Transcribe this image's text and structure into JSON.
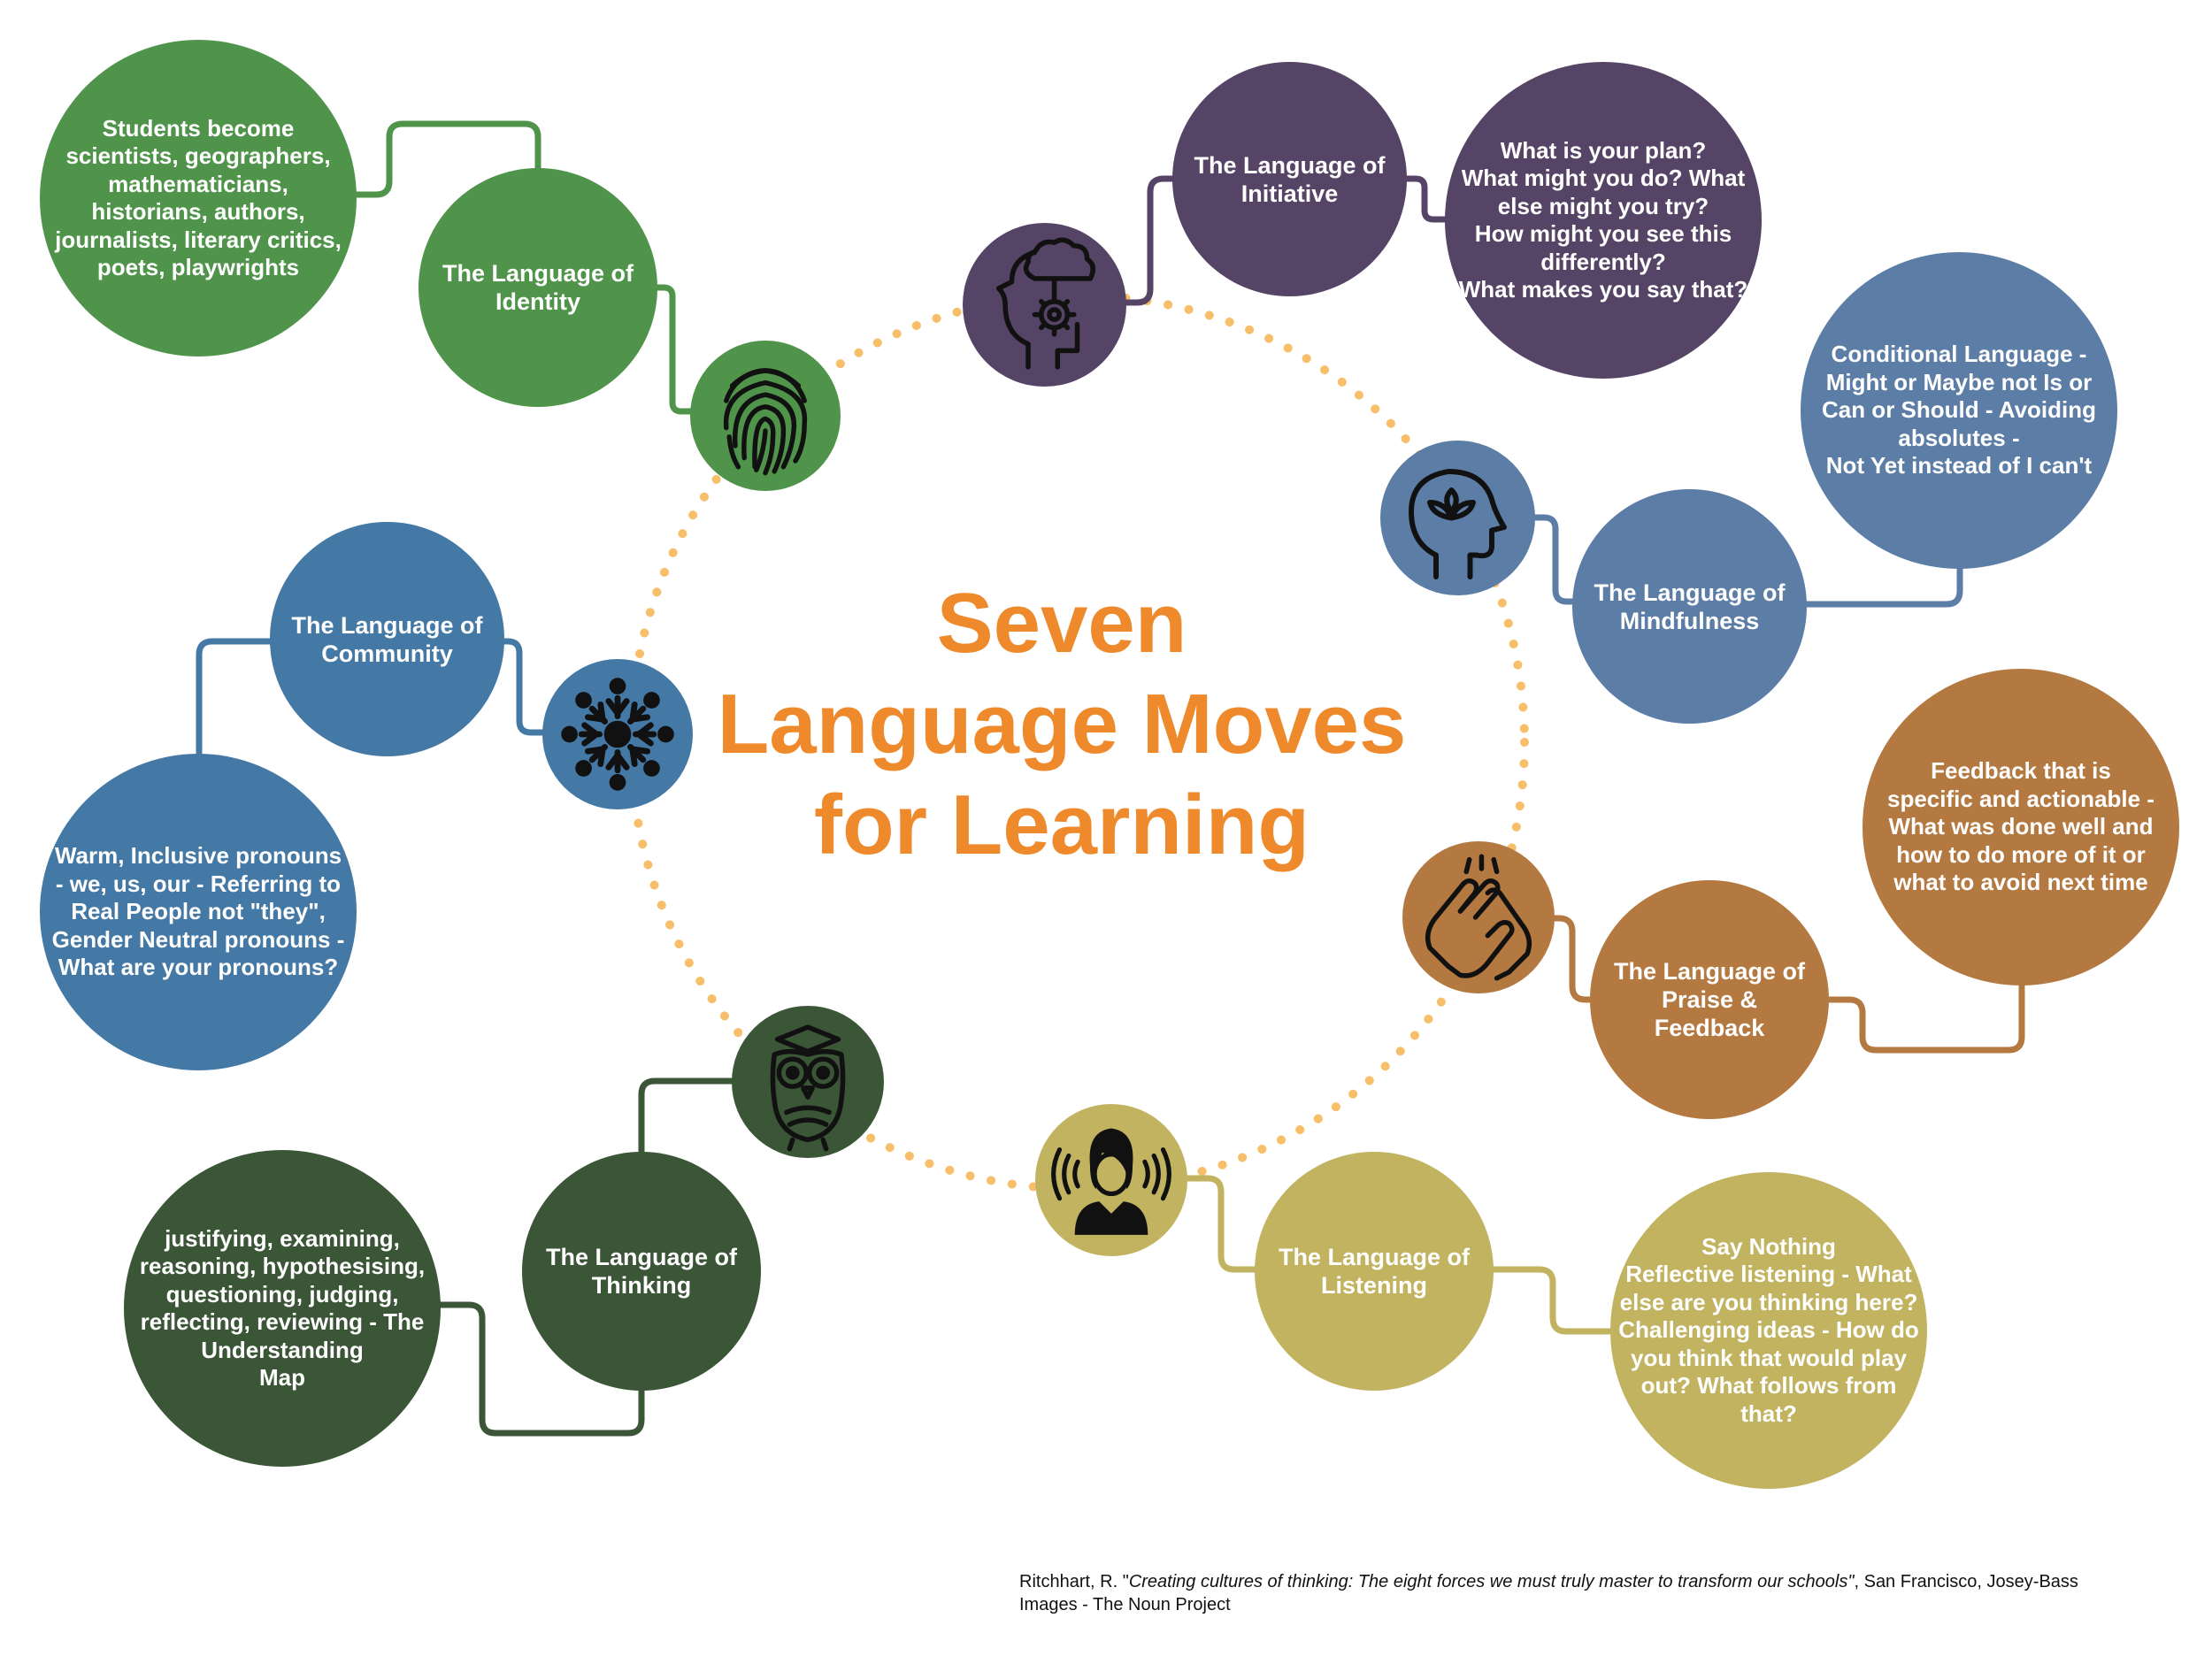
{
  "title": "Seven\nLanguage Moves\nfor Learning",
  "colors": {
    "accent_orange": "#ee8a2b",
    "ring_dots": "#f7bf69",
    "identity": "#4f944a",
    "initiative": "#554465",
    "mindfulness": "#5c7da6",
    "community": "#4478a5",
    "praise": "#b47941",
    "thinking": "#3b5537",
    "listening": "#c2b361"
  },
  "moves": [
    {
      "id": "identity",
      "title": "The Language of\nIdentity",
      "description": "Students become\nscientists, geographers,\nmathematicians,\nhistorians, authors,\njournalists, literary critics,\npoets, playwrights",
      "icon": "fingerprint-icon"
    },
    {
      "id": "initiative",
      "title": "The Language of\nInitiative",
      "description": "What is your plan?\nWhat might you do? What\nelse might you try?\nHow might you see this\ndifferently?\nWhat makes you say that?",
      "icon": "brain-gear-head-icon"
    },
    {
      "id": "mindfulness",
      "title": "The Language of\nMindfulness",
      "description": "Conditional Language -\nMight or Maybe not Is or\nCan or Should - Avoiding\nabsolutes -\nNot Yet instead of I can't",
      "icon": "lotus-head-icon"
    },
    {
      "id": "community",
      "title": "The Language of\nCommunity",
      "description": "Warm, Inclusive pronouns\n- we, us, our - Referring to\nReal People not \"they\",\nGender Neutral  pronouns -\nWhat are your pronouns?",
      "icon": "people-circle-icon"
    },
    {
      "id": "praise",
      "title": "The Language of\nPraise & Feedback",
      "description": "Feedback that is\nspecific and actionable -\nWhat was done well and\nhow to do more of it or\nwhat to avoid next time",
      "icon": "clapping-hands-icon"
    },
    {
      "id": "thinking",
      "title": "The Language of\nThinking",
      "description": "justifying, examining,\nreasoning, hypothesising,\nquestioning, judging,\nreflecting, reviewing - The\nUnderstanding\nMap",
      "icon": "owl-graduate-icon"
    },
    {
      "id": "listening",
      "title": "The Language of\nListening",
      "description": "Say Nothing\nReflective listening - What\nelse are you thinking here?\nChallenging ideas - How do\nyou think that would play\nout? What follows from\nthat?",
      "icon": "listening-person-icon"
    }
  ],
  "citation": {
    "author": "Ritchhart, R. \"",
    "book": "Creating cultures of thinking: The eight forces we must truly master to transform our schools\"",
    "publisher": ", San Francisco, Josey-Bass",
    "images_credit": "Images - The Noun Project"
  }
}
